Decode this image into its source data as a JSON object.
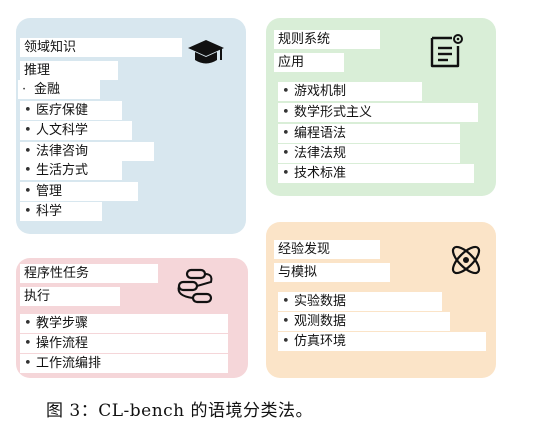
{
  "domain_knowledge": {
    "title_line1": "领域知识",
    "title_line2": "推理",
    "items": [
      "金融",
      "医疗保健",
      "人文科学",
      "法律咨询",
      "生活方式",
      "管理",
      "科学"
    ]
  },
  "rule_system": {
    "title_line1": "规则系统",
    "title_line2": "应用",
    "items": [
      "游戏机制",
      "数学形式主义",
      "编程语法",
      "法律法规",
      "技术标准"
    ]
  },
  "procedural_task": {
    "title_line1": "程序性任务",
    "title_line2": "执行",
    "items": [
      "教学步骤",
      "操作流程",
      "工作流编排"
    ]
  },
  "empirical_discovery": {
    "title_line1": "经验发现",
    "title_line2": "与模拟",
    "items": [
      "实验数据",
      "观测数据",
      "仿真环境"
    ]
  },
  "icons": {
    "domain_knowledge": "graduation-cap-icon",
    "rule_system": "document-gear-icon",
    "procedural_task": "workflow-icon",
    "empirical_discovery": "atom-icon"
  },
  "colors": {
    "blue": "#d8e7ef",
    "green": "#d9eed7",
    "pink": "#f5d6d9",
    "orange": "#fbe4c8"
  },
  "caption": "图 3：CL-bench 的语境分类法。"
}
